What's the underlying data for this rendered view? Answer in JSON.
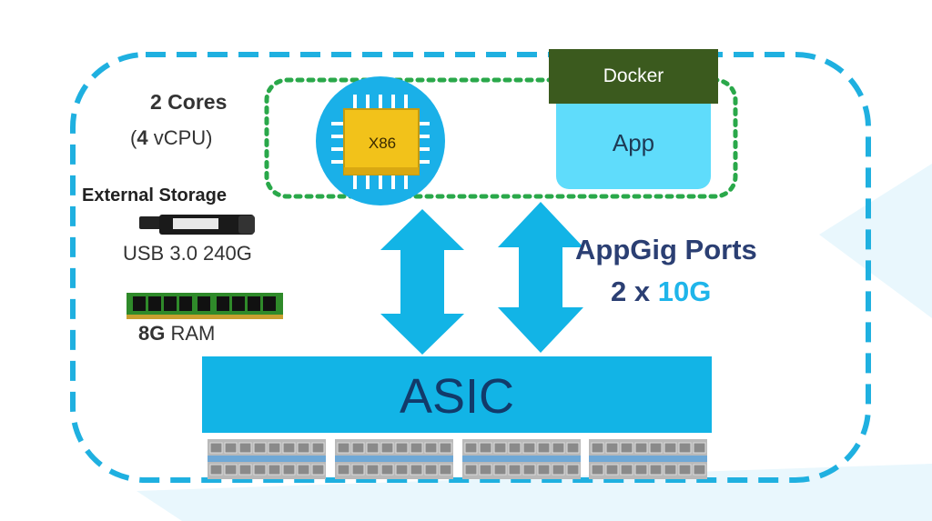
{
  "cpu": {
    "cores_line": "2 Cores",
    "vcpu_open": "(",
    "vcpu_count": "4",
    "vcpu_rest": " vCPU)",
    "chip_label": "X86"
  },
  "storage": {
    "title": "External Storage",
    "device": "USB 3.0 240G"
  },
  "memory": {
    "size": "8G",
    "unit": " RAM"
  },
  "container": {
    "docker_label": "Docker",
    "app_label": "App"
  },
  "asic": {
    "label": "ASIC"
  },
  "ports": {
    "title": "AppGig Ports",
    "count_prefix": "2 x ",
    "speed": "10G"
  },
  "colors": {
    "dashed_border": "#1fb0e0",
    "dotted_border": "#2aa84a",
    "arrow": "#12b4e6",
    "asic": "#12b4e6",
    "docker": "#3b5a1e",
    "app": "#5fdcfb",
    "chip": "#f2c21a"
  }
}
